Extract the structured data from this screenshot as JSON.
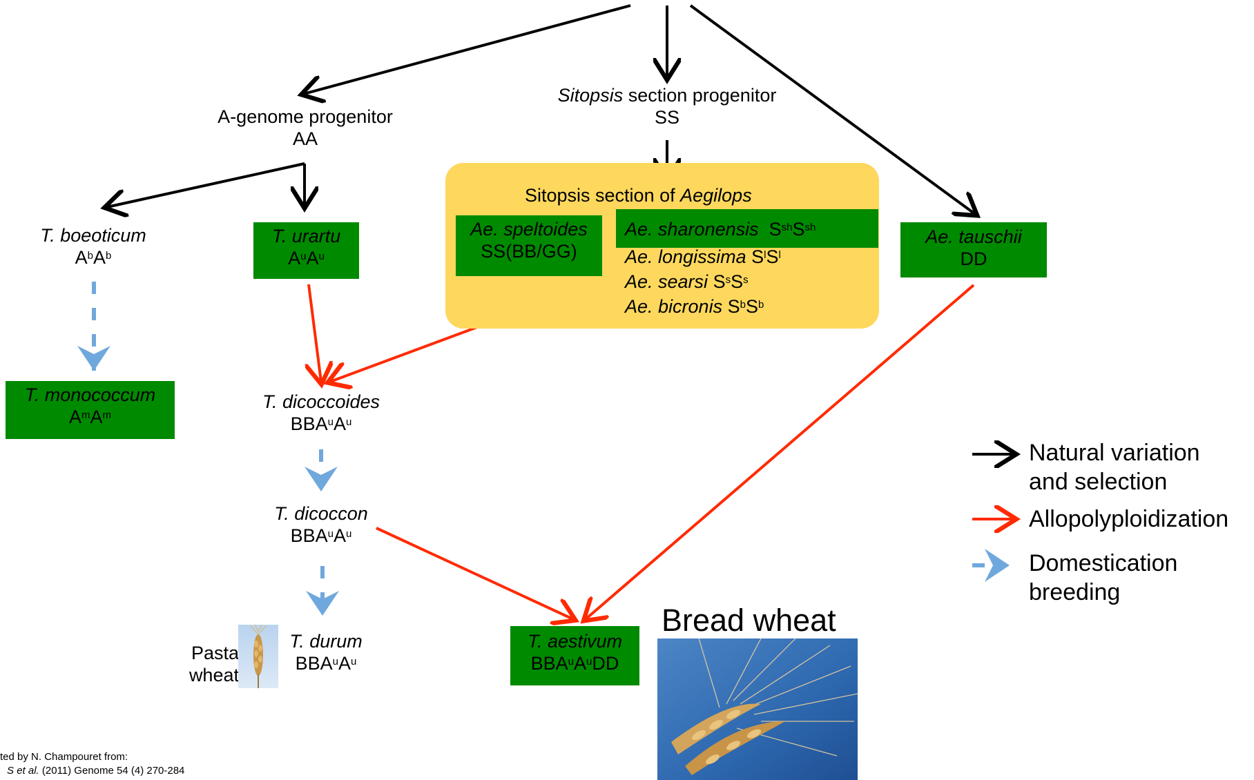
{
  "nodes": {
    "a_genome": {
      "name": "A-genome progenitor",
      "genome": "AA"
    },
    "sitopsis_prog": {
      "name_italic": "Sitopsis",
      "name_rest": " section progenitor",
      "genome": "SS"
    },
    "boeoticum": {
      "name": "T. boeoticum",
      "g1": "A",
      "s1": "b",
      "g2": "A",
      "s2": "b"
    },
    "urartu": {
      "name": "T. urartu",
      "g1": "A",
      "s1": "u",
      "g2": "A",
      "s2": "u"
    },
    "monococcum": {
      "name": "T. monococcum",
      "g1": "A",
      "s1": "m",
      "g2": "A",
      "s2": "m"
    },
    "tauschii": {
      "name": "Ae. tauschii",
      "genome": "DD"
    },
    "dicoccoides": {
      "name": "T. dicoccoides",
      "g1": "BBA",
      "s1": "u",
      "g2": "A",
      "s2": "u"
    },
    "dicoccon": {
      "name": "T. dicoccon",
      "g1": "BBA",
      "s1": "u",
      "g2": "A",
      "s2": "u"
    },
    "durum": {
      "name": "T. durum",
      "g1": "BBA",
      "s1": "u",
      "g2": "A",
      "s2": "u"
    },
    "aestivum": {
      "name": "T. aestivum",
      "g1": "BBA",
      "s1": "u",
      "g2": "A",
      "s2": "u",
      "g3": "DD"
    }
  },
  "sitopsis_panel": {
    "title_prefix": "Sitopsis section of ",
    "title_genus": "Aegilops",
    "speltoides": {
      "name": "Ae. speltoides",
      "genome": "SS(BB/GG)"
    },
    "sharonensis": {
      "name": "Ae. sharonensis",
      "g1": "S",
      "s1": "sh",
      "g2": "S",
      "s2": "sh"
    },
    "longissima": {
      "name": "Ae. longissima",
      "g1": "S",
      "s1": "l",
      "g2": "S",
      "s2": "l"
    },
    "searsi": {
      "name": "Ae. searsi",
      "g1": "S",
      "s1": "s",
      "g2": "S",
      "s2": "s"
    },
    "bicronis": {
      "name": "Ae. bicronis",
      "g1": "S",
      "s1": "b",
      "g2": "S",
      "s2": "b"
    }
  },
  "pasta_label": [
    "Pasta",
    "wheat"
  ],
  "bread_label": "Bread wheat",
  "legend": [
    {
      "lines": [
        "Natural variation",
        "and selection"
      ]
    },
    {
      "lines": [
        "Allopolyploidization"
      ]
    },
    {
      "lines": [
        "Domestication",
        "breeding"
      ]
    }
  ],
  "credit": {
    "line1": "ted by N. Champouret from:",
    "line2_italic": "S",
    "line2_mid": "et al.",
    "line2_rest": "(2011) Genome 54 (4) 270-284"
  },
  "colors": {
    "natural": "#000000",
    "allopolyploid": "#ff2a00",
    "domestication": "#6fa8dc",
    "green_box": "#008a00",
    "panel": "#fdd85d"
  }
}
